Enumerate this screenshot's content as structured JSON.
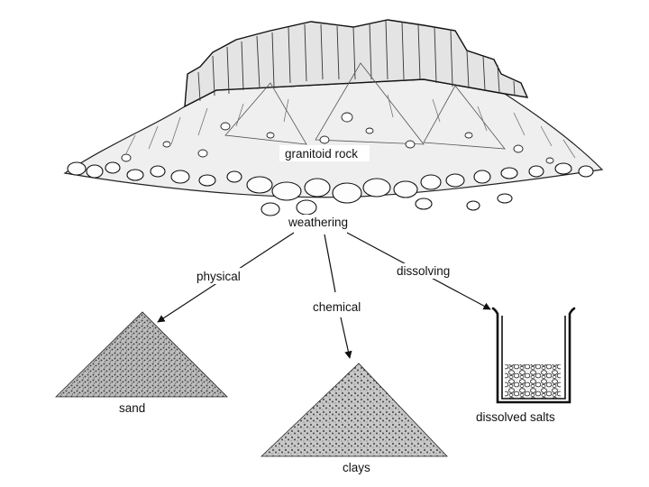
{
  "labels": {
    "rock": "granitoid rock",
    "process": "weathering",
    "branch_physical": "physical",
    "branch_chemical": "chemical",
    "branch_dissolving": "dissolving",
    "product_sand": "sand",
    "product_clays": "clays",
    "product_salts": "dissolved salts"
  }
}
